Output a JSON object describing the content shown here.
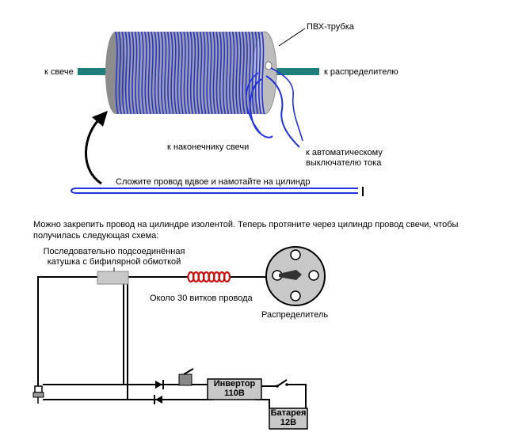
{
  "top_diagram": {
    "pvc_label": "ПВХ-трубка",
    "to_plug_label": "к свече",
    "to_distributor_label": "к распределителю",
    "to_plug_cap_label": "к наконечнику свечи",
    "to_breaker_label_line1": "к автоматическому",
    "to_breaker_label_line2": "выключателю тока",
    "fold_instruction": "Сложите провод вдвое и намотайте на цилиндр"
  },
  "paragraph": "Можно закрепить провод на цилиндре изолентой. Теперь протяните через цилиндр провод свечи, чтобы получилась следующая схема:",
  "circuit": {
    "coil_label_line1": "Последовательно подсоединённая",
    "coil_label_line2": "катушка с бифилярной обмоткой",
    "turns_label": "Около 30 витков провода",
    "distributor_label": "Распределитель",
    "inverter_line1": "Инвертор",
    "inverter_line2": "110В",
    "battery_line1": "Батарея",
    "battery_line2": "12В"
  },
  "colors": {
    "coil_wire": "#2233dd",
    "cylinder": "#a8a8a8",
    "rod": "#1f7f7a",
    "bifilar_coil": "#cc1111",
    "block_fill": "#c8c8c8"
  }
}
